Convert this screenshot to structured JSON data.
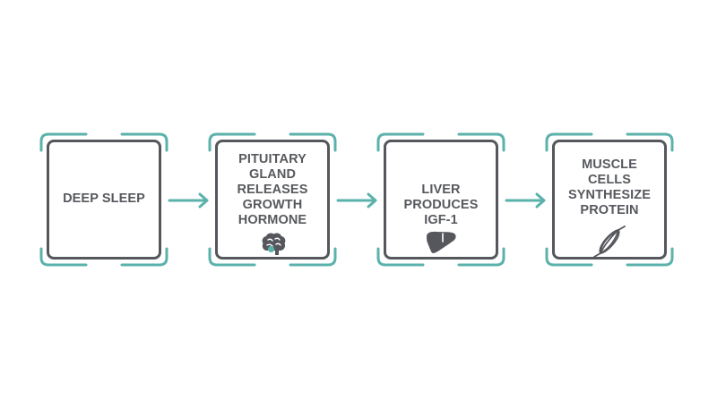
{
  "diagram": {
    "accent_color": "#5bb2ab",
    "border_color": "#55575c",
    "text_color": "#57595e",
    "steps": [
      {
        "label": "DEEP SLEEP",
        "icon": null
      },
      {
        "label": "PITUITARY\nGLAND\nRELEASES\nGROWTH\nHORMONE",
        "icon": "brain-icon"
      },
      {
        "label": "LIVER\nPRODUCES\nIGF-1",
        "icon": "liver-icon"
      },
      {
        "label": "MUSCLE\nCELLS\nSYNTHESIZE\nPROTEIN",
        "icon": "muscle-fiber-icon"
      }
    ]
  }
}
